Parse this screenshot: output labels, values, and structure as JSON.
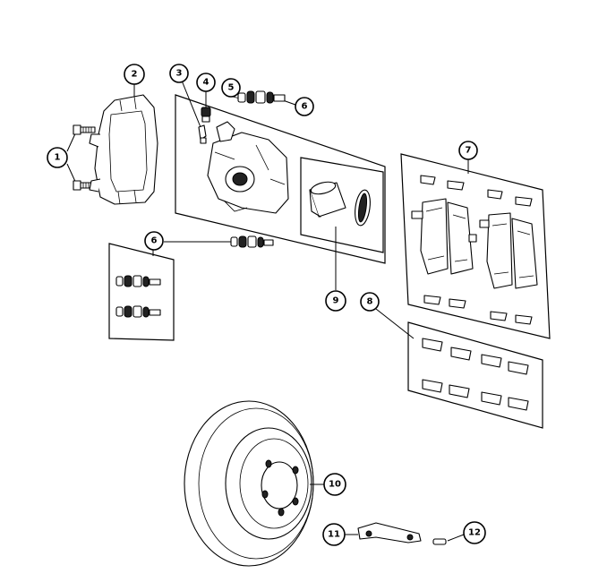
{
  "diagram": {
    "callouts": [
      {
        "label": "1"
      },
      {
        "label": "2"
      },
      {
        "label": "3"
      },
      {
        "label": "4"
      },
      {
        "label": "5"
      },
      {
        "label": "6"
      },
      {
        "label": "6"
      },
      {
        "label": "7"
      },
      {
        "label": "8"
      },
      {
        "label": "9"
      },
      {
        "label": "10"
      },
      {
        "label": "11"
      },
      {
        "label": "12"
      }
    ]
  }
}
